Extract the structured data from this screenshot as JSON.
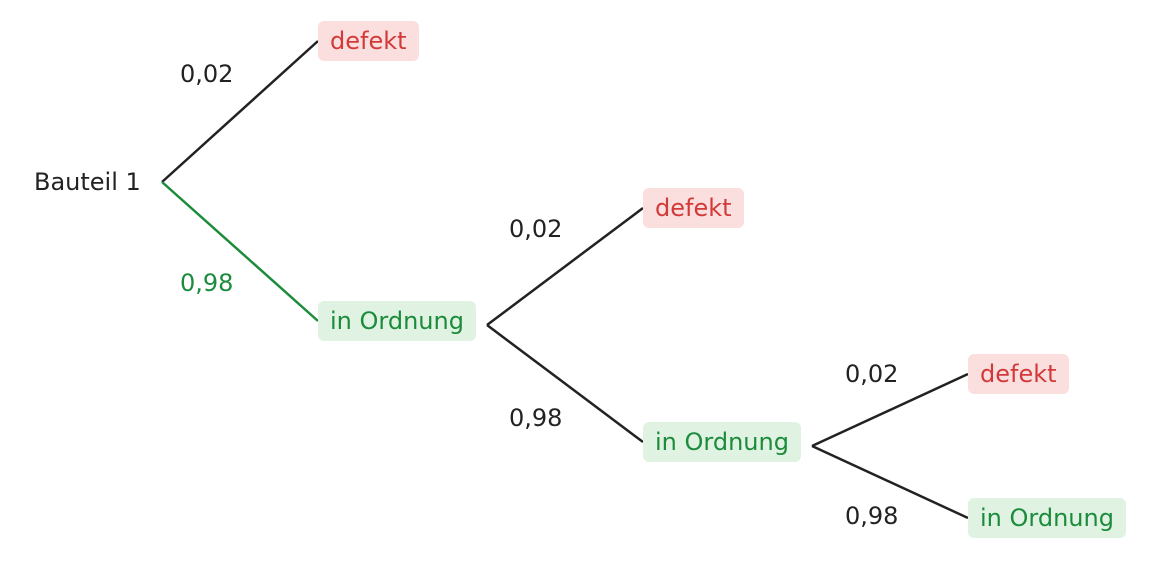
{
  "root": {
    "label": "Bauteil 1"
  },
  "colors": {
    "line": "#222222",
    "highlight": "#1c8c3c",
    "defekt_text": "#d23a3a",
    "defekt_bg": "#fbdfdf",
    "ok_text": "#1c8c3c",
    "ok_bg": "#e0f3e2"
  },
  "levels": [
    {
      "defekt": {
        "label": "defekt",
        "probability": "0,02"
      },
      "ok": {
        "label": "in Ordnung",
        "probability": "0,98",
        "highlighted": true
      }
    },
    {
      "defekt": {
        "label": "defekt",
        "probability": "0,02"
      },
      "ok": {
        "label": "in Ordnung",
        "probability": "0,98",
        "highlighted": false
      }
    },
    {
      "defekt": {
        "label": "defekt",
        "probability": "0,02"
      },
      "ok": {
        "label": "in Ordnung",
        "probability": "0,98",
        "highlighted": false
      }
    }
  ]
}
